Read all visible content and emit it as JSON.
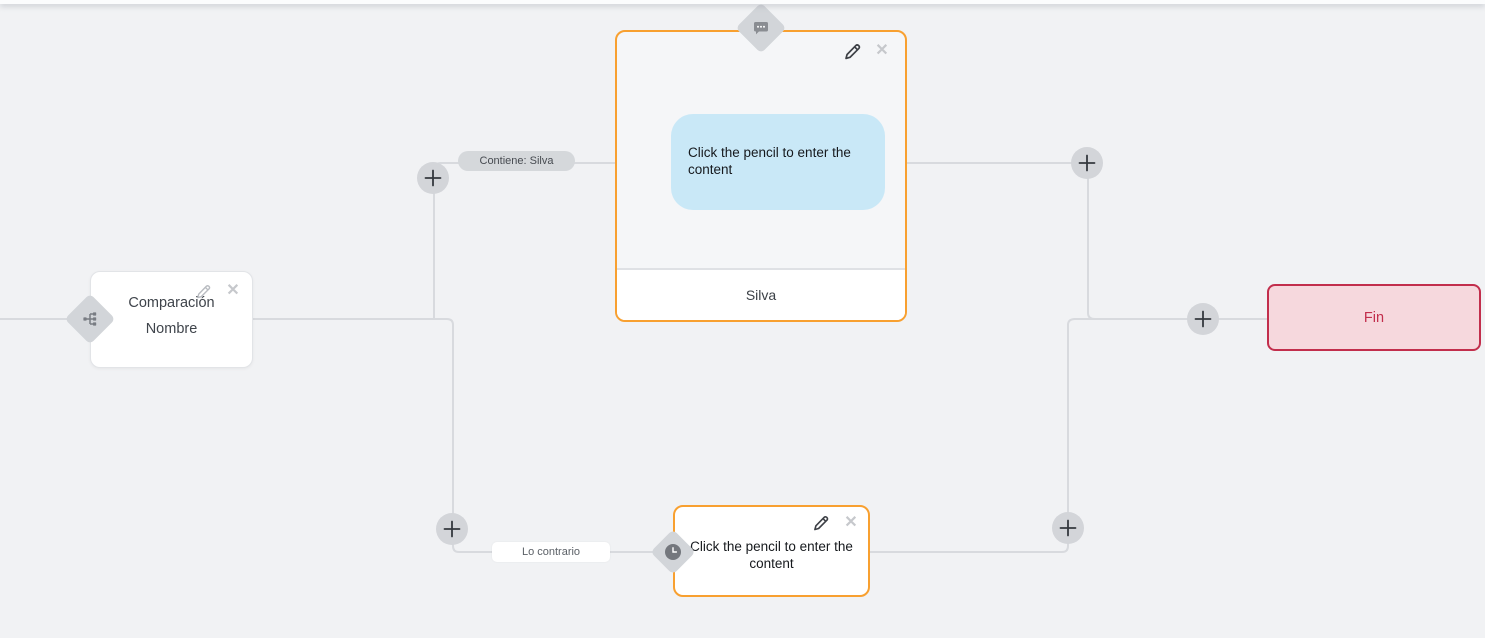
{
  "colors": {
    "canvas_bg": "#f1f2f4",
    "edge_line": "#d8dade",
    "accent_orange": "#f8a030",
    "accent_red": "#c22e4c",
    "bubble_blue": "#c9e8f7",
    "diamond_gray": "#d2d5d9"
  },
  "edges": {
    "labels": {
      "contains": "Contiene: Silva",
      "otherwise": "Lo contrario"
    }
  },
  "nodes": {
    "condition": {
      "title_line1": "Comparación",
      "title_line2": "Nombre"
    },
    "message": {
      "bubble_text": "Click the pencil to enter the content",
      "footer_label": "Silva"
    },
    "action": {
      "body_text": "Click the pencil to enter the content"
    },
    "end": {
      "label": "Fin"
    }
  },
  "icons": {
    "close_glyph": "✕",
    "edit": "pencil-icon",
    "add": "plus-icon",
    "condition_type": "branch-icon",
    "message_type": "chat-bubble-icon",
    "action_type": "clock-icon"
  }
}
